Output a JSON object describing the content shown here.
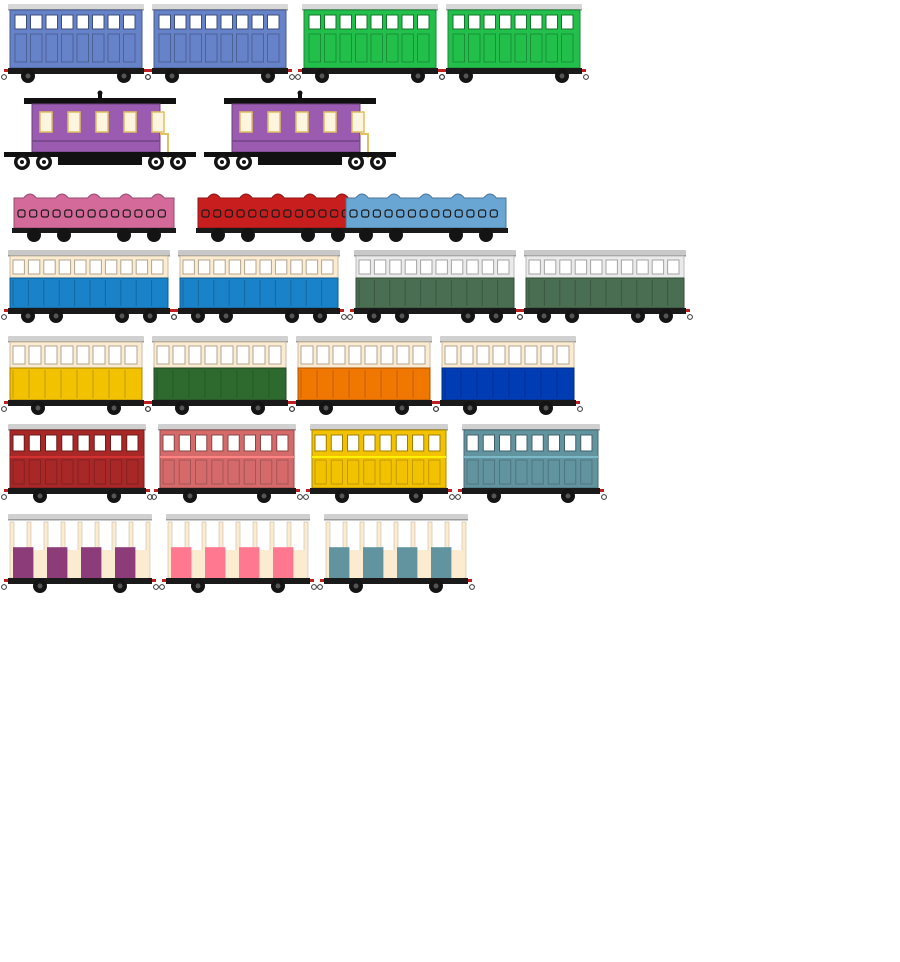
{
  "sheet": {
    "background": "#ffffff",
    "rows": [
      {
        "style": "four-wheel-blue-green",
        "coaches": [
          {
            "body": "#6682c8",
            "window": "#ffffff",
            "roof": "#d8d8d8"
          },
          {
            "body": "#6682c8",
            "window": "#ffffff",
            "roof": "#d8d8d8"
          },
          {
            "body": "#22c04a",
            "window": "#ffffff",
            "roof": "#d8d8d8"
          },
          {
            "body": "#22c04a",
            "window": "#ffffff",
            "roof": "#d8d8d8"
          }
        ]
      },
      {
        "style": "clerestory-purple",
        "coaches": [
          {
            "body": "#9a5bb0",
            "window": "#fdf5e0",
            "frame": "#e0c060",
            "roof": "#111111"
          },
          {
            "body": "#9a5bb0",
            "window": "#fdf5e0",
            "frame": "#e0c060",
            "roof": "#111111"
          }
        ]
      },
      {
        "style": "open-observation",
        "coaches": [
          {
            "body": "#d46a9a"
          },
          {
            "body": "#c81e1e"
          },
          {
            "body": "#6aa6d4"
          }
        ]
      },
      {
        "style": "two-tone-cream",
        "coaches": [
          {
            "body": "#1a82c8",
            "upper": "#fbebd0",
            "roof": "#c8c8c8"
          },
          {
            "body": "#1a82c8",
            "upper": "#fbebd0",
            "roof": "#c8c8c8"
          },
          {
            "body": "#4a6e52",
            "upper": "#eaeaea",
            "roof": "#c8c8c8"
          },
          {
            "body": "#4a6e52",
            "upper": "#eaeaea",
            "roof": "#c8c8c8"
          }
        ]
      },
      {
        "style": "two-tone-short",
        "coaches": [
          {
            "body": "#f2c200",
            "upper": "#fbebd0",
            "roof": "#d0d0d0"
          },
          {
            "body": "#2e6a2e",
            "upper": "#fbebd0",
            "roof": "#d0d0d0"
          },
          {
            "body": "#f07800",
            "upper": "#fbebd0",
            "roof": "#d0d0d0"
          },
          {
            "body": "#003cb4",
            "upper": "#fbebd0",
            "roof": "#d0d0d0"
          }
        ]
      },
      {
        "style": "full-body-compartment",
        "coaches": [
          {
            "body": "#a82828",
            "roof": "#d0d0d0"
          },
          {
            "body": "#d46a6a",
            "roof": "#d0d0d0"
          },
          {
            "body": "#f2c200",
            "roof": "#d0d0d0"
          },
          {
            "body": "#6294a0",
            "roof": "#d0d0d0"
          }
        ]
      },
      {
        "style": "open-bench",
        "coaches": [
          {
            "body": "#8c3c78",
            "frame": "#fbebd0",
            "roof": "#d0d0d0"
          },
          {
            "body": "#ff7890",
            "frame": "#fbebd0",
            "roof": "#d0d0d0"
          },
          {
            "body": "#6294a0",
            "frame": "#fbebd0",
            "roof": "#d0d0d0"
          }
        ]
      }
    ]
  }
}
